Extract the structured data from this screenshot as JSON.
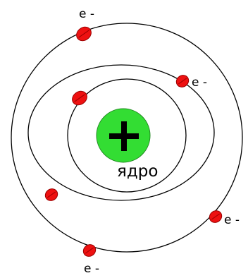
{
  "diagram": {
    "nucleus": {
      "label": "ядро",
      "symbol": "plus-sign",
      "fill_color": "#33dd33",
      "charge_color": "#000000"
    },
    "electrons": {
      "label": "e -",
      "count": 6,
      "fill_color": "#ee1111",
      "stroke_color": "#990000"
    },
    "orbits": {
      "count": 3,
      "stroke_color": "#000000"
    }
  }
}
